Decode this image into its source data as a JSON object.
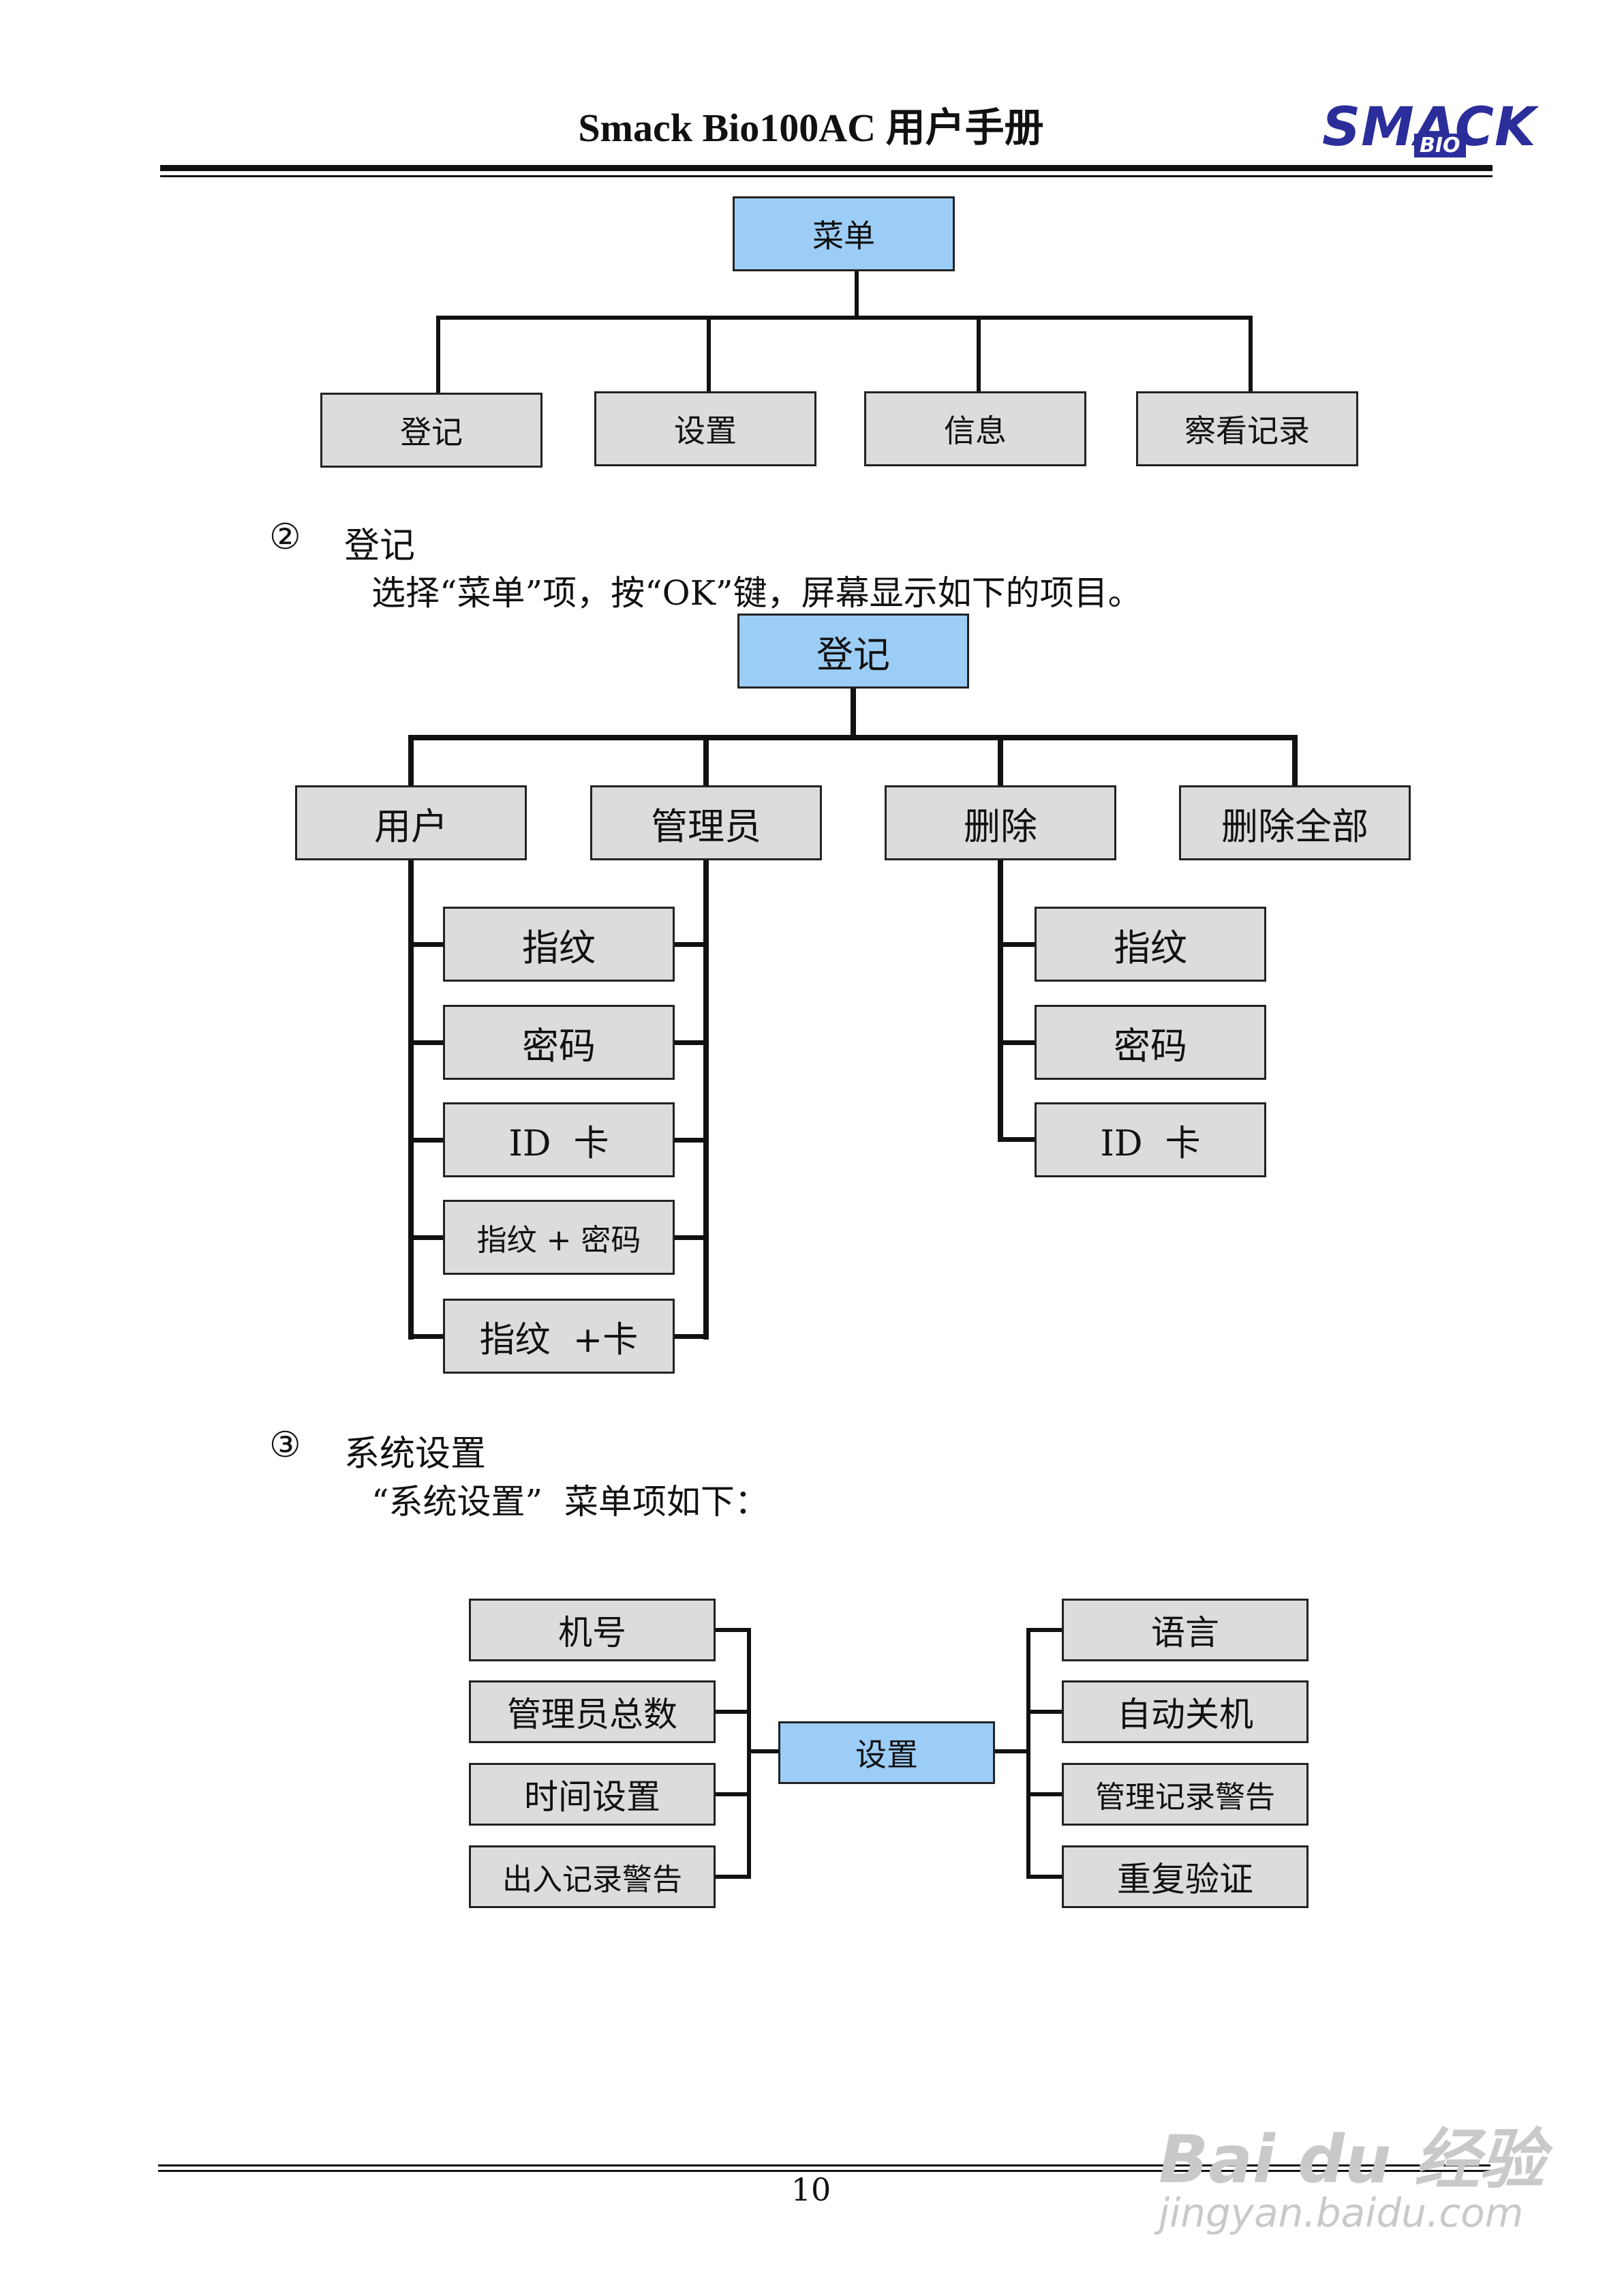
{
  "header": {
    "title": "Smack Bio100AC  用户手册",
    "logo_main": "SMACK",
    "logo_sub": "BIO"
  },
  "diagram1": {
    "root": "菜单",
    "children": [
      "登记",
      "设置",
      "信息",
      "察看记录"
    ]
  },
  "section2": {
    "number": "②",
    "title": "登记",
    "text": "选择“菜单”项，按“OK”键，屏幕显示如下的项目。"
  },
  "diagram2": {
    "root": "登记",
    "level1": [
      "用户",
      "管理员",
      "删除",
      "删除全部"
    ],
    "user_admin_items": [
      "指纹",
      "密码",
      "ID  卡",
      "指纹 + 密码",
      "指纹  +卡"
    ],
    "delete_items": [
      "指纹",
      "密码",
      "ID  卡"
    ]
  },
  "section3": {
    "number": "③",
    "title": "系统设置",
    "text": "“系统设置”  菜单项如下："
  },
  "diagram3": {
    "center": "设置",
    "left": [
      "机号",
      "管理员总数",
      "时间设置",
      "出入记录警告"
    ],
    "right": [
      "语言",
      "自动关机",
      "管理记录警告",
      "重复验证"
    ]
  },
  "footer": {
    "page_number": "10"
  },
  "watermark": {
    "brand": "Bai du 经验",
    "url": "jingyan.baidu.com"
  }
}
